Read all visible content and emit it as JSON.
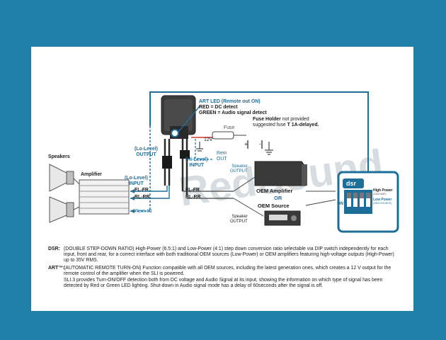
{
  "diagram": {
    "art_led_title": "ART LED (Remote out ON)",
    "red_line": "RED = DC detect",
    "green_line": "GREEN = Audio signal detect",
    "fuse": "Fuse",
    "voltage_12v": "12V",
    "fuse_holder_bold": "Fuse Holder",
    "fuse_holder_text1": " not provided",
    "fuse_holder_text2": "suggested fuse ",
    "fuse_holder_bold2": "T 1A-delayed.",
    "lo_level_output": "(Lo-Level)\nOUTPUT",
    "hi_level_input": "(Hi-Level)\nINPUT",
    "rem_out": "Rem\nOUT",
    "speakers": "Speakers",
    "amplifier": "Amplifier",
    "lo_level_input": "(Lo-Level)\nINPUT",
    "fl_fr_1": "FL-FR",
    "rl_rr_1": "RL-RR",
    "fl_fr_2": "FL-FR",
    "rl_rr_2": "RL-RR",
    "rem_in": "Rem IN",
    "speaker_output_1": "Speaker\nOUTPUT",
    "speaker_output_2": "Speaker\nOUTPUT",
    "oem_amplifier": "OEM Amplifier",
    "or": "OR",
    "oem_source": "OEM Source",
    "dsr_badge": "dsr",
    "on": "ON",
    "high_power": "High Power",
    "high_power_sub": "(OEM AMP)",
    "low_power": "Low Power",
    "low_power_sub": "(OEM SOURCE)",
    "watermark": "RedSound"
  },
  "notes": {
    "dsr_label": "DSR:",
    "dsr_text": "(DOUBLE STEP-DOWN RATIO) High-Power (6.5:1) and Low-Power (4:1) step down conversion ratio selectable via DIP switch independently for each input, front and rear, for a correct interface with both traditional OEM sources (Low-Power) or OEM amplifiers featuring high-voltage outputs (High-Power) up to 35V RMS.",
    "art_label": "ART™:",
    "art_text1": "(AUTOMATIC REMOTE TURN-ON) Function compatible with all OEM sources, including the latest generation ones, which creates a 12 V output for the remote control of the amplifier when the SLI is powered.",
    "art_text2": "SLI.3 provides Turn-ON/OFF detection both from DC voltage and Audio Signal at its input, showing the information on which type of signal has been detected by Red or Green LED lighting. Shut-down in Audio signal mode has a delay of 60seconds after the signal is off."
  },
  "colors": {
    "frame": "#1f7fa6",
    "accent_blue": "#1d6f9a",
    "watermark": "#c9d1d6"
  }
}
